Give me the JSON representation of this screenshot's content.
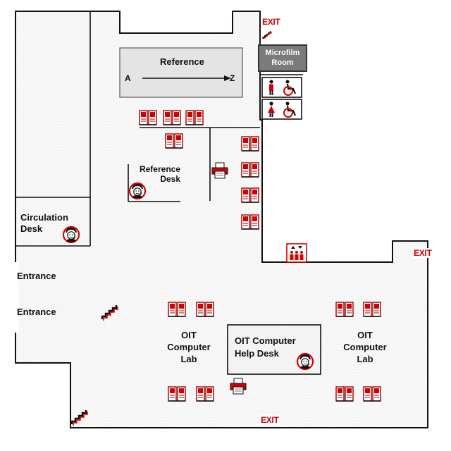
{
  "labels": {
    "reference": "Reference",
    "ref_a": "A",
    "ref_z": "Z",
    "microfilm_line1": "Microfilm",
    "microfilm_line2": "Room",
    "reference_desk_line1": "Reference",
    "reference_desk_line2": "Desk",
    "circulation_line1": "Circulation",
    "circulation_line2": "Desk",
    "entrance_upper": "Entrance",
    "entrance_lower": "Entrance",
    "oit_lab_left_line1": "OIT",
    "oit_lab_left_line2": "Computer",
    "oit_lab_left_line3": "Lab",
    "oit_lab_right_line1": "OIT",
    "oit_lab_right_line2": "Computer",
    "oit_lab_right_line3": "Lab",
    "help_desk_line1": "OIT Computer",
    "help_desk_line2": "Help Desk",
    "exit_top": "EXIT",
    "exit_right": "EXIT",
    "exit_bottom": "EXIT"
  },
  "icons": {
    "computer": "computer-icon",
    "printer": "printer-icon",
    "help_person": "help-person-icon",
    "stairs": "stairs-icon",
    "restroom_men": "men-restroom-icon",
    "restroom_women": "women-restroom-icon",
    "wheelchair": "wheelchair-icon",
    "elevator": "elevator-icon"
  },
  "colors": {
    "accent_red": "#cc0000",
    "wall": "#111111",
    "floor": "#f7f7f7",
    "microfilm_room": "#7b7b7b",
    "reference_shelf": "#e4e4e4"
  }
}
